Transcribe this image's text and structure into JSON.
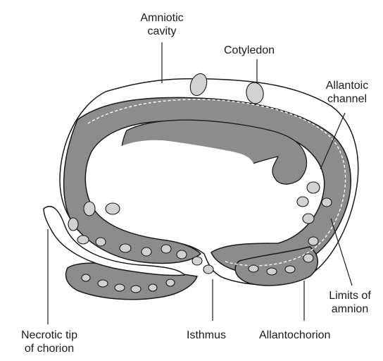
{
  "labels": {
    "amniotic_cavity": [
      "Amniotic",
      "cavity"
    ],
    "cotyledon": "Cotyledon",
    "allantoic_channel": [
      "Allantoic",
      "channel"
    ],
    "limits_of_amnion": [
      "Limits of",
      "amnion"
    ],
    "necrotic_tip": [
      "Necrotic tip",
      "of chorion"
    ],
    "isthmus": "Isthmus",
    "allantochorion": "Allantochorion"
  },
  "colors": {
    "allantois_fill": "#8c8c8c",
    "cotyledon_fill": "#d2d2d2",
    "outline": "#1a1a1a",
    "background": "#ffffff"
  }
}
